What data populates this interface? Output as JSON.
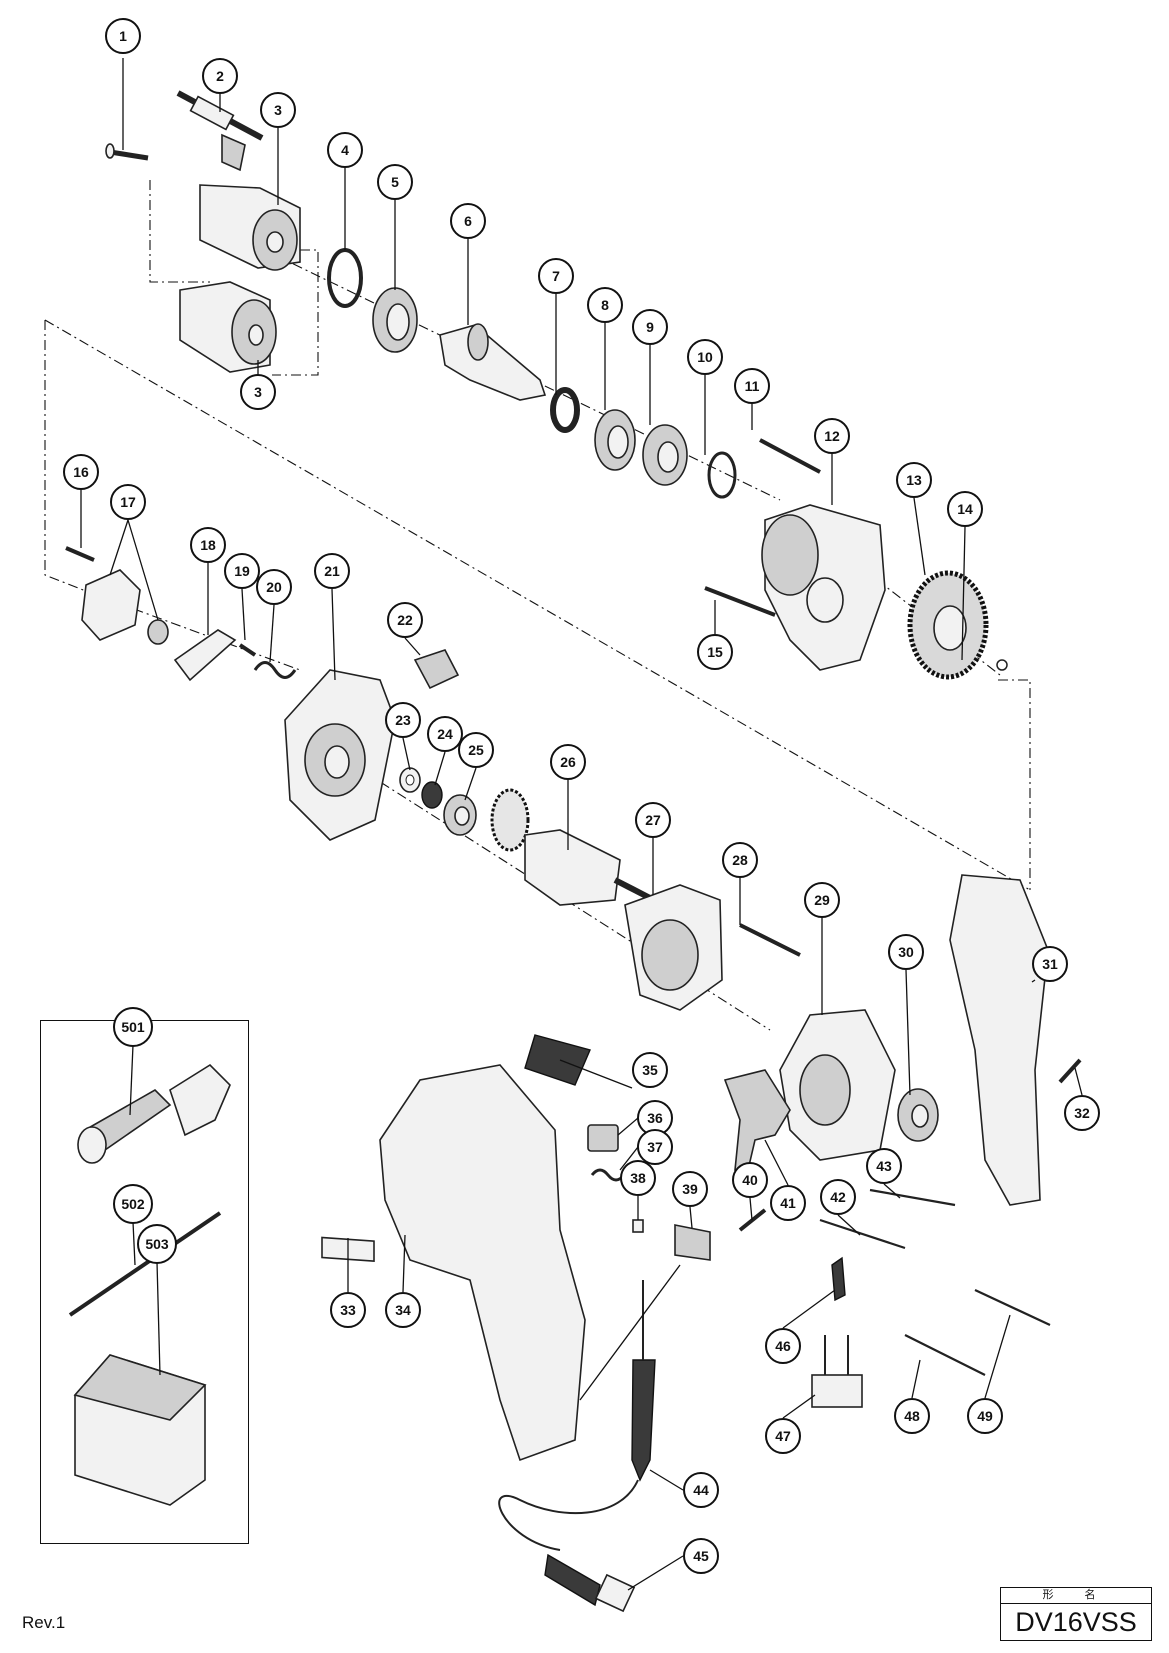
{
  "revision": "Rev.1",
  "model": {
    "caption": "形 名",
    "number": "DV16VSS"
  },
  "callouts": [
    "1",
    "2",
    "3",
    "3",
    "4",
    "5",
    "6",
    "7",
    "8",
    "9",
    "10",
    "11",
    "12",
    "13",
    "14",
    "15",
    "16",
    "17",
    "18",
    "19",
    "20",
    "21",
    "22",
    "23",
    "24",
    "25",
    "26",
    "27",
    "28",
    "29",
    "30",
    "31",
    "32",
    "33",
    "34",
    "35",
    "36",
    "37",
    "38",
    "39",
    "40",
    "41",
    "42",
    "43",
    "44",
    "45",
    "46",
    "47",
    "48",
    "49",
    "501",
    "502",
    "503"
  ]
}
